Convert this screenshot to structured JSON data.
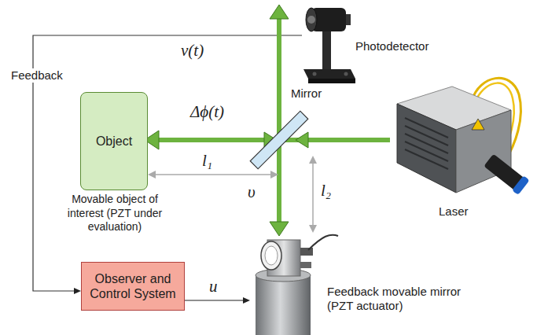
{
  "diagram": {
    "nodes": [
      {
        "text": [
          "Object",
          "Movable object of interest (PZT under evaluation)"
        ]
      },
      {
        "text": [
          "Observer and Control System"
        ]
      }
    ],
    "labels": [
      "Feedback",
      "v(t)",
      "Photodetector",
      "Mirror",
      "Δϕ(t)",
      "l₁",
      "υ",
      "l₂",
      "Laser",
      "u",
      "Feedback movable mirror (PZT actuator)"
    ]
  }
}
